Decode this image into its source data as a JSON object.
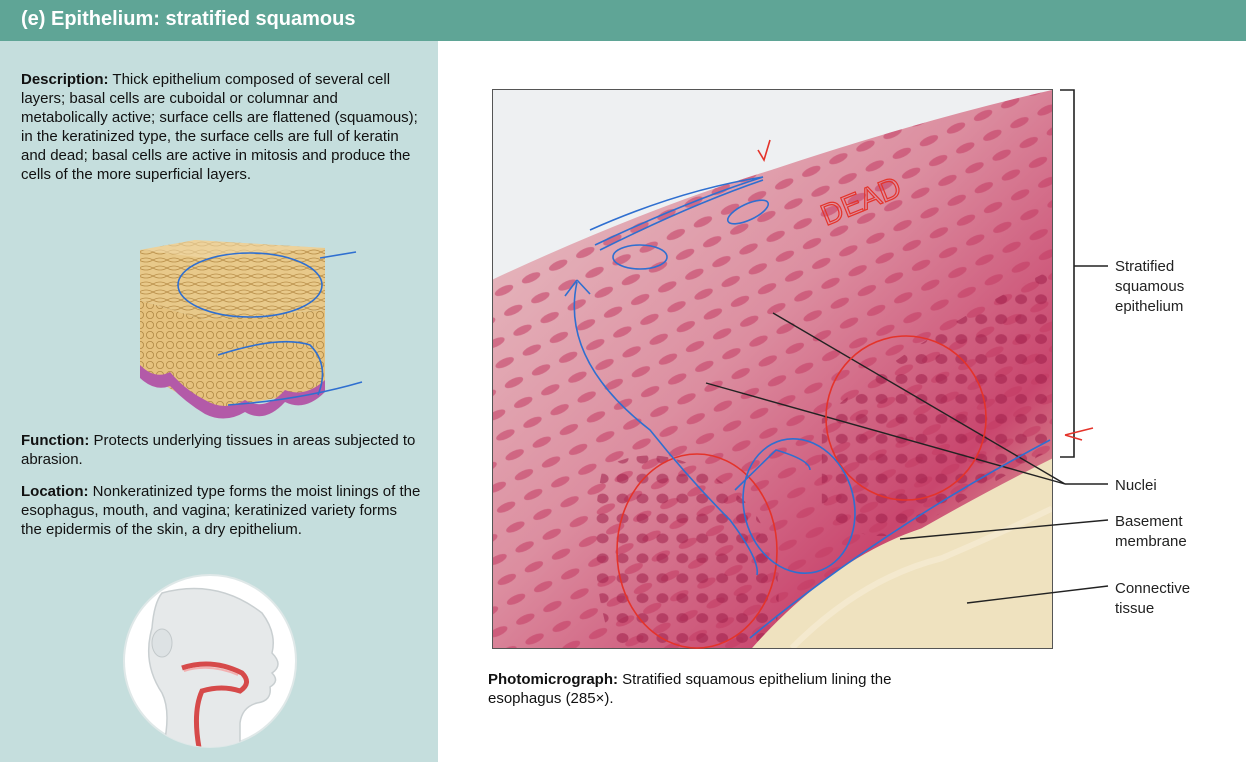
{
  "header": {
    "title": "(e)  Epithelium: stratified squamous"
  },
  "description": {
    "label": "Description:",
    "text": " Thick epithelium composed of several cell layers; basal cells are cuboidal or columnar and metabolically active; surface cells are flattened (squamous); in the keratinized type, the surface cells are full of keratin and dead; basal cells are active in mitosis and produce the cells of the more superficial layers."
  },
  "function": {
    "label": "Function:",
    "text": " Protects underlying tissues in areas subjected to abrasion."
  },
  "location": {
    "label": "Location:",
    "text": " Nonkeratinized type forms the moist linings of the esophagus, mouth, and vagina; keratinized variety forms the epidermis of the skin, a dry epithelium."
  },
  "labels": {
    "stratified": "Stratified squamous epithelium",
    "nuclei": "Nuclei",
    "basement": "Basement membrane",
    "connective": "Connective tissue"
  },
  "annotation": {
    "dead": "DEAD"
  },
  "caption": {
    "label": "Photomicrograph:",
    "text": " Stratified squamous epithelium lining the esophagus (285×)."
  },
  "colors": {
    "header": "#5fa596",
    "panel": "#c5dedd",
    "ink_red": "#e4332a",
    "ink_blue": "#2f6fd0"
  }
}
